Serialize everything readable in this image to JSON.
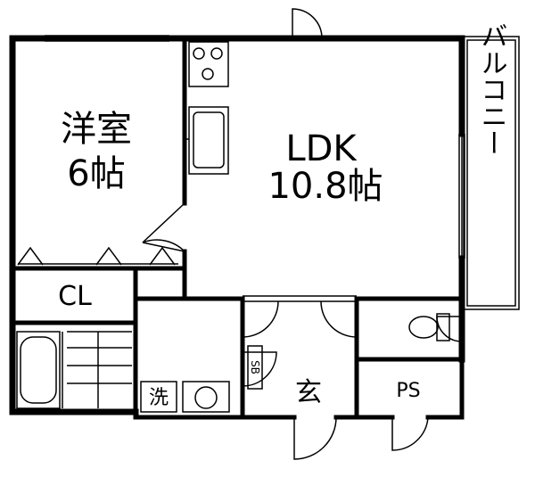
{
  "rooms": {
    "western_room": {
      "name": "洋室",
      "size": "6帖"
    },
    "ldk": {
      "name": "LDK",
      "size": "10.8帖"
    },
    "balcony": {
      "name": "バルコニー"
    },
    "closet": {
      "name": "CL"
    },
    "laundry": {
      "name": "洗"
    },
    "entrance": {
      "name": "玄"
    },
    "pipe_space": {
      "name": "PS"
    },
    "shoe_box": {
      "name": "SB"
    }
  },
  "colors": {
    "line": "#000000",
    "background": "#ffffff"
  }
}
